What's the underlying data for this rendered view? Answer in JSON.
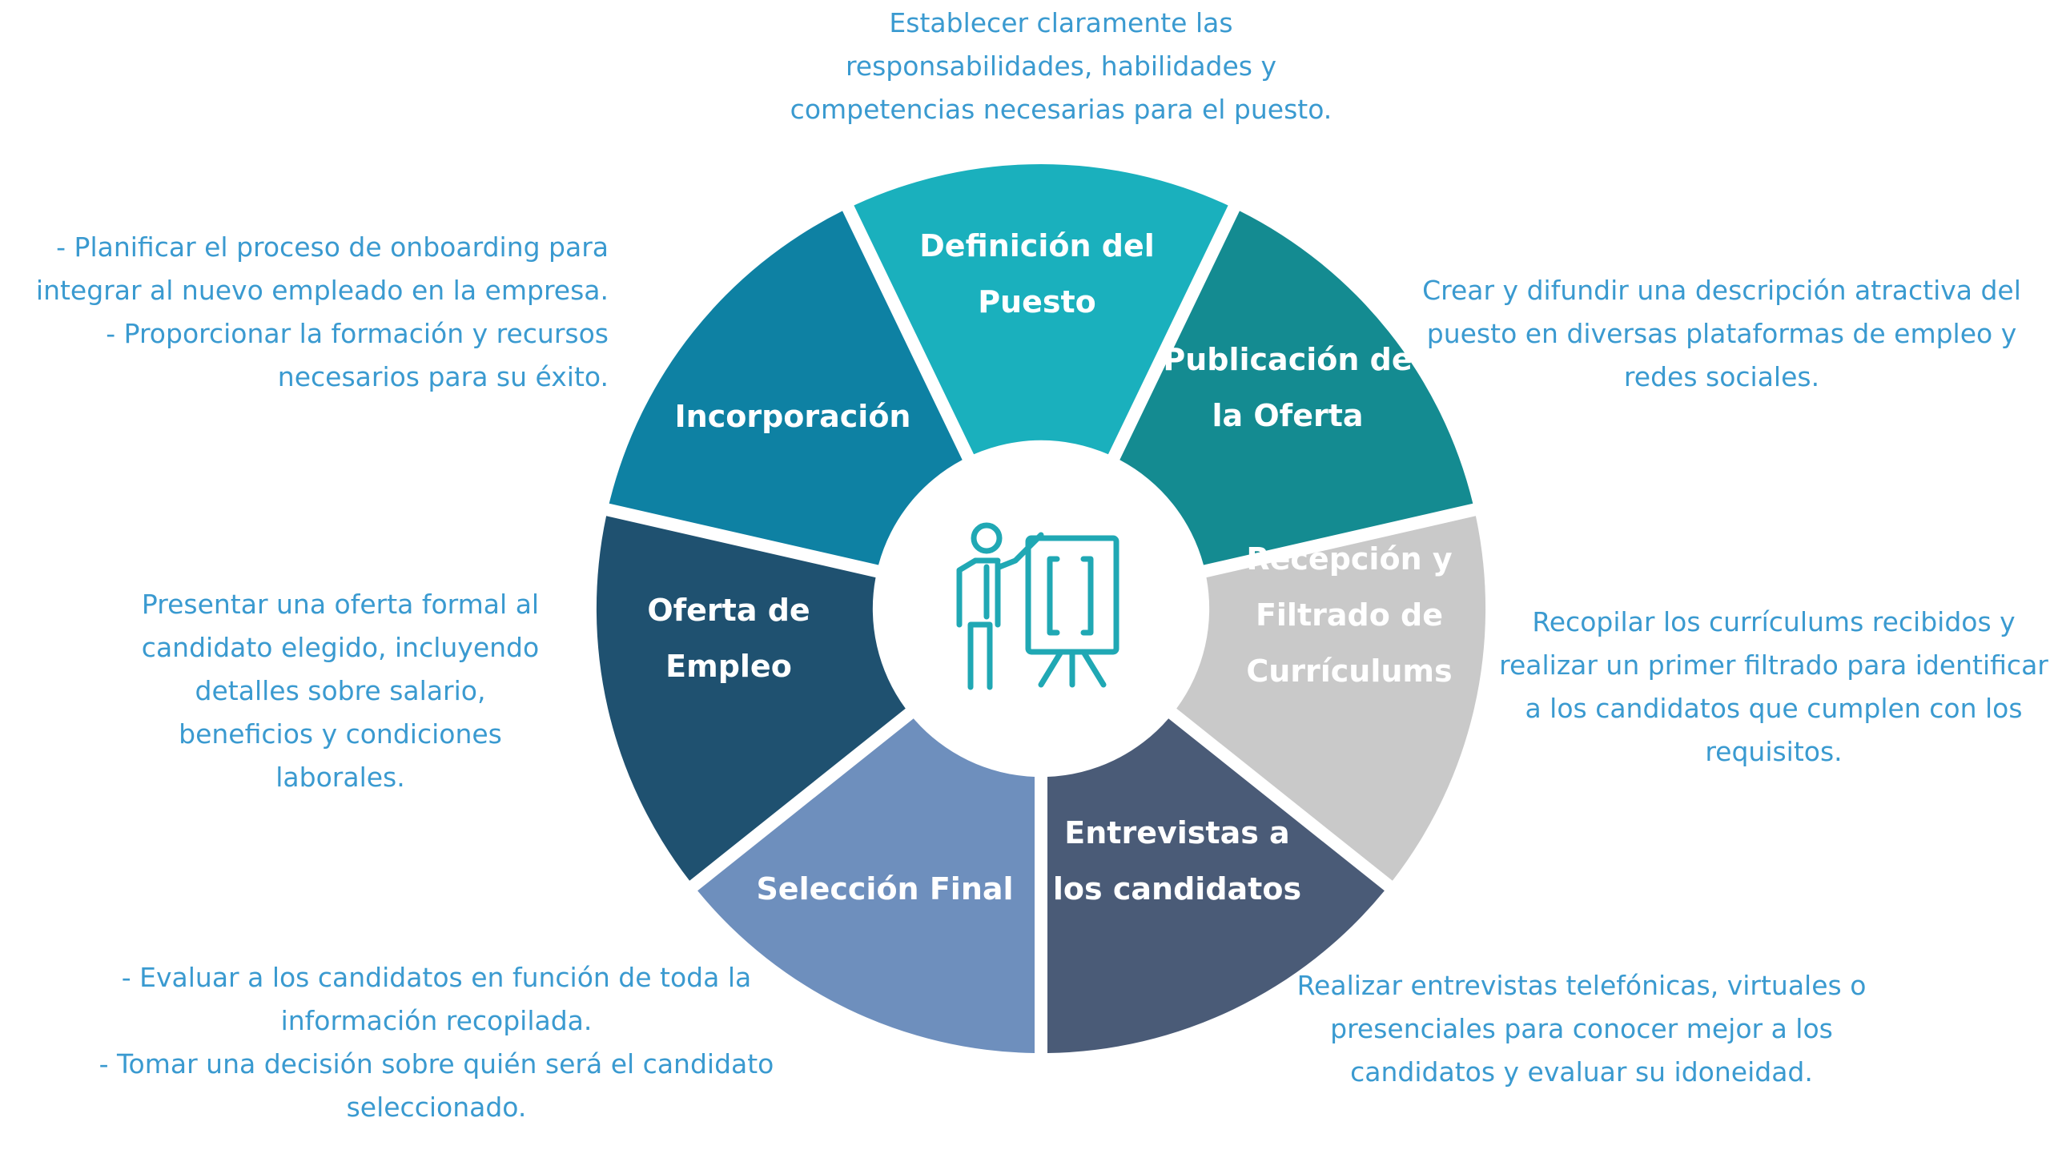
{
  "segments": [
    {
      "id": "definicion",
      "label_lines": [
        "Definición del",
        "Puesto"
      ],
      "color": "#1ab0bd",
      "description": "Establecer claramente las\nresponsabilidades, habilidades y\ncompetencias necesarias para el puesto."
    },
    {
      "id": "publicacion",
      "label_lines": [
        "Publicación de",
        "la Oferta"
      ],
      "color": "#148b91",
      "description": "Crear y difundir una descripción atractiva del\npuesto en diversas plataformas de empleo y\nredes sociales."
    },
    {
      "id": "recepcion",
      "label_lines": [
        "Recepción y",
        "Filtrado de",
        "Currículums"
      ],
      "color": "#c9c9c9",
      "description": "Recopilar los currículums recibidos y\nrealizar un primer filtrado para identificar\na los candidatos que cumplen con los\nrequisitos."
    },
    {
      "id": "entrevistas",
      "label_lines": [
        "Entrevistas a",
        "los candidatos"
      ],
      "color": "#4a5b77",
      "description": "Realizar entrevistas telefónicas, virtuales o\npresenciales para conocer mejor a los\ncandidatos y evaluar su idoneidad."
    },
    {
      "id": "seleccion",
      "label_lines": [
        "Selección Final"
      ],
      "color": "#6e8fbd",
      "description": "- Evaluar a los candidatos en función de toda la\ninformación recopilada.\n- Tomar una decisión sobre quién será el candidato\nseleccionado."
    },
    {
      "id": "oferta",
      "label_lines": [
        "Oferta de",
        "Empleo"
      ],
      "color": "#1f5170",
      "description": "Presentar una oferta formal al\ncandidato elegido, incluyendo\ndetalles sobre salario,\nbeneficios y condiciones\nlaborales."
    },
    {
      "id": "incorporacion",
      "label_lines": [
        "Incorporación"
      ],
      "color": "#0e81a3",
      "description": "- Planificar el proceso de onboarding para\nintegrar al nuevo empleado en la empresa.\n- Proporcionar la formación y recursos\nnecesarios para su éxito."
    }
  ],
  "center_icon": {
    "name": "presenter-board-icon",
    "color": "#20a8b4"
  }
}
